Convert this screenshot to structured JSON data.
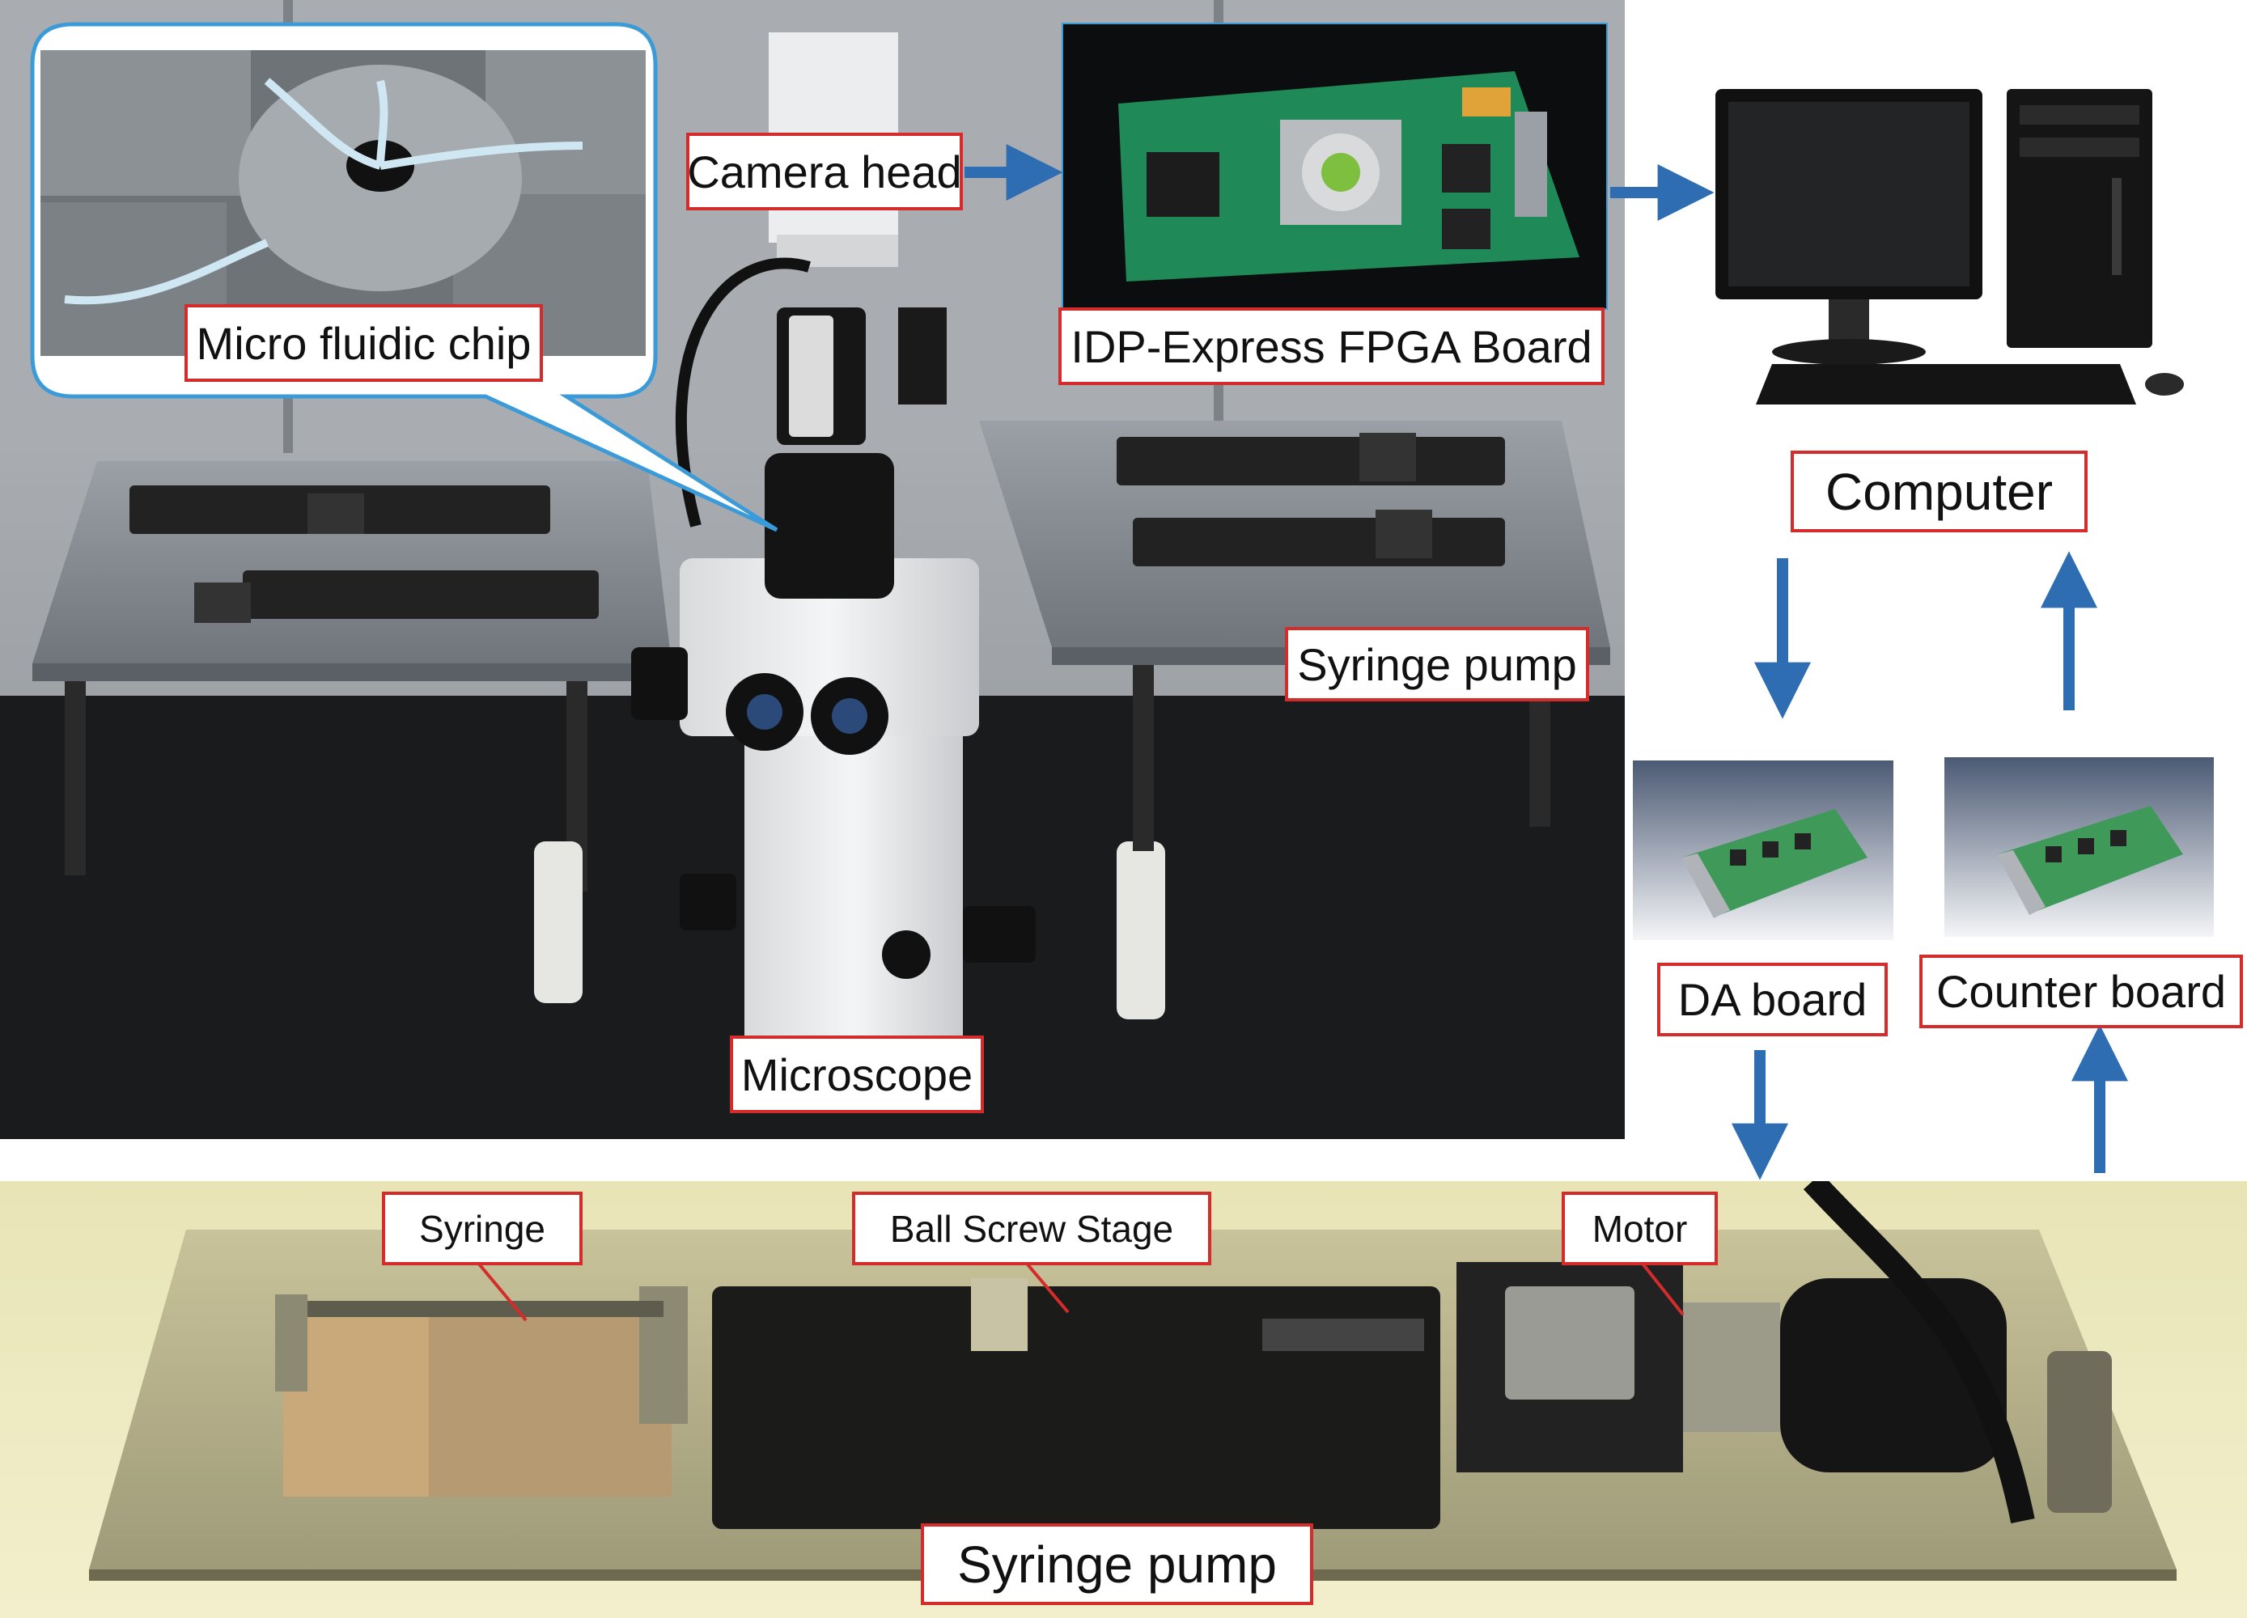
{
  "labels": {
    "camera_head": "Camera head",
    "micro_fluidic_chip": "Micro fluidic chip",
    "fpga_board": "IDP-Express FPGA Board",
    "computer": "Computer",
    "syringe_pump_top": "Syringe pump",
    "microscope": "Microscope",
    "da_board": "DA board",
    "counter_board": "Counter board",
    "syringe": "Syringe",
    "ball_screw_stage": "Ball Screw Stage",
    "motor": "Motor",
    "syringe_pump_bottom": "Syringe pump"
  },
  "colors": {
    "arrow": "#2f6db3",
    "label_border": "#d42b2b",
    "callout_border": "#3b9bd8"
  }
}
